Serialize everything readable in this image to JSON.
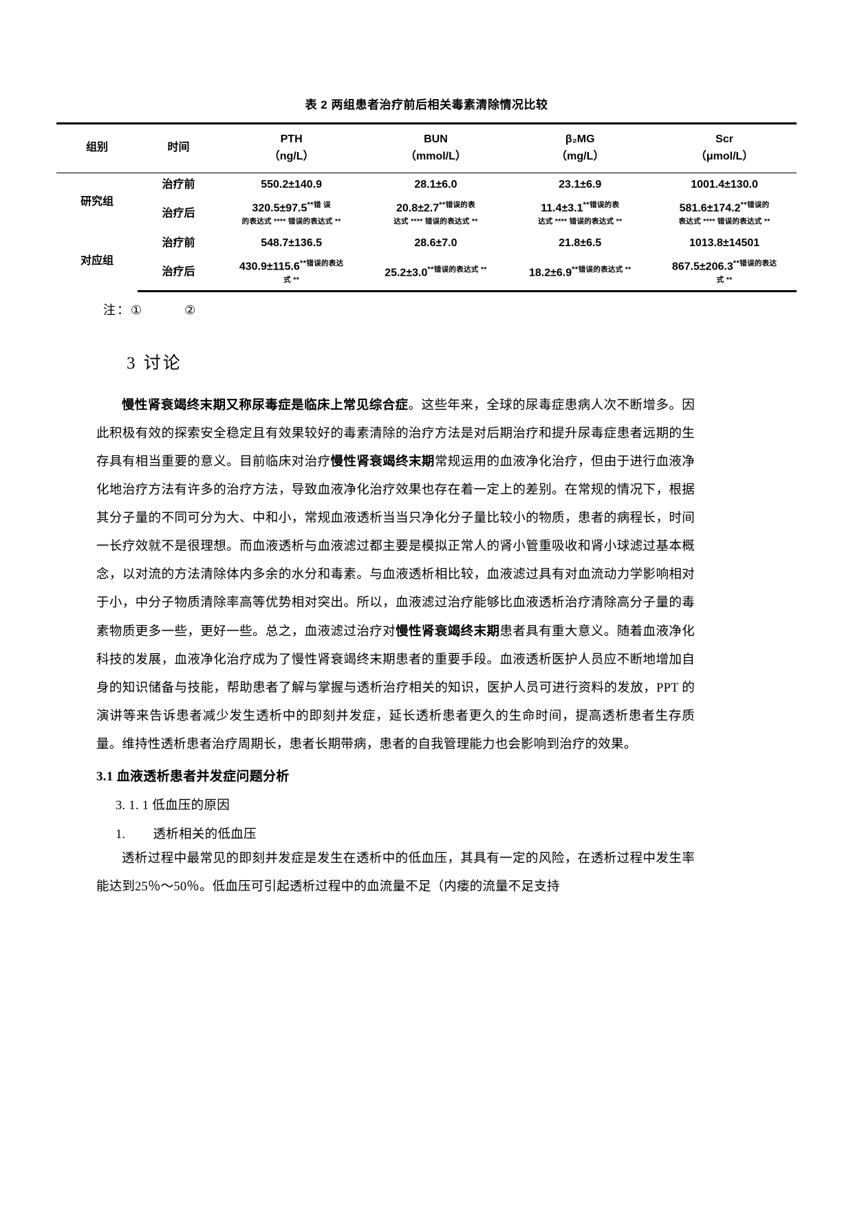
{
  "table": {
    "caption": "表 2  两组患者治疗前后相关毒素清除情况比较",
    "headers": [
      {
        "line1": "组别",
        "line2": ""
      },
      {
        "line1": "时间",
        "line2": ""
      },
      {
        "line1": "PTH",
        "line2": "（ng/L）"
      },
      {
        "line1": "BUN",
        "line2": "（mmol/L）"
      },
      {
        "line1": "β₂MG",
        "line2": "（mg/L）"
      },
      {
        "line1": "Scr",
        "line2": "（μmol/L）"
      }
    ],
    "rows": [
      {
        "group": "研究组",
        "group_rowspan": 2,
        "time": "治疗前",
        "values": [
          {
            "main": "550.2±140.9",
            "stars": "",
            "note": "",
            "note2": ""
          },
          {
            "main": "28.1±6.0",
            "stars": "",
            "note": "",
            "note2": ""
          },
          {
            "main": "23.1±6.9",
            "stars": "",
            "note": "",
            "note2": ""
          },
          {
            "main": "1001.4±130.0",
            "stars": "",
            "note": "",
            "note2": ""
          }
        ]
      },
      {
        "group": "",
        "time": "治疗后",
        "values": [
          {
            "main": "320.5±97.5",
            "stars": "**",
            "note": "错 误",
            "note2": "的表达式 **** 错误的表达式 **"
          },
          {
            "main": "20.8±2.7",
            "stars": "**",
            "note": "错误的表",
            "note2": "达式 **** 错误的表达式 **"
          },
          {
            "main": "11.4±3.1",
            "stars": "**",
            "note": "错误的表",
            "note2": "达式 **** 错误的表达式 **"
          },
          {
            "main": "581.6±174.2",
            "stars": "**",
            "note": "错误的",
            "note2": "表达式 **** 错误的表达式 **"
          }
        ]
      },
      {
        "group": "对应组",
        "group_rowspan": 2,
        "time": "治疗前",
        "values": [
          {
            "main": "548.7±136.5",
            "stars": "",
            "note": "",
            "note2": ""
          },
          {
            "main": "28.6±7.0",
            "stars": "",
            "note": "",
            "note2": ""
          },
          {
            "main": "21.8±6.5",
            "stars": "",
            "note": "",
            "note2": ""
          },
          {
            "main": "1013.8±14501",
            "stars": "",
            "note": "",
            "note2": ""
          }
        ]
      },
      {
        "group": "",
        "time": "治疗后",
        "values": [
          {
            "main": "430.9±115.6",
            "stars": "**",
            "note": "错误的表达",
            "note2": "式 **"
          },
          {
            "main": "25.2±3.0",
            "stars": "**",
            "note": "错误的表达式 **",
            "note2": ""
          },
          {
            "main": "18.2±6.9",
            "stars": "**",
            "note": "错误的表达式 **",
            "note2": ""
          },
          {
            "main": "867.5±206.3",
            "stars": "**",
            "note": "错误的表达",
            "note2": "式 **"
          }
        ]
      }
    ],
    "note_label": "注：",
    "note_marks": "①　②"
  },
  "body": {
    "section_title": "3  讨论",
    "paragraph_1_bold": "慢性肾衰竭终末期又称尿毒症是临床上常见综合症",
    "paragraph_1_rest": "。这些年来，全球的尿毒症患病人次不断增多。因此积极有效的探索安全稳定且有效果较好的毒素清除的治疗方法是对后期治疗和提升尿毒症患者远期的生存具有相当重要的意义。目前临床对治疗",
    "paragraph_1_bold2": "慢性肾衰竭终末期",
    "paragraph_1_rest2": "常规运用的血液净化治疗，但由于进行血液净化地治疗方法有许多的治疗方法，导致血液净化治疗效果也存在着一定上的差别。在常规的情况下，根据其分子量的不同可分为大、中和小，常规血液透析当当只净化分子量比较小的物质，患者的病程长，时间一长疗效就不是很理想。而血液透析与血液滤过都主要是模拟正常人的肾小管重吸收和肾小球滤过基本概念，以对流的方法清除体内多余的水分和毒素。与血液透析相比较，血液滤过具有对血流动力学影响相对于小，中分子物质清除率高等优势相对突出。所以，血液滤过治疗能够比血液透析治疗清除高分子量的毒素物质更多一些，更好一些。总之，血液滤过治疗对",
    "paragraph_1_bold3": "慢性肾衰竭终末期",
    "paragraph_1_rest3": "患者具有重大意义。随着血液净化科技的发展，血液净化治疗成为了慢性肾衰竭终末期患者的重要手段。血液透析医护人员应不断地增加自身的知识储备与技能，帮助患者了解与掌握与透析治疗相关的知识，医护人员可进行资料的发放，PPT 的演讲等来告诉患者减少发生透析中的即刻并发症，延长透析患者更久的生命时间，提高透析患者生存质量。维持性透析患者治疗周期长，患者长期带病，患者的自我管理能力也会影响到治疗的效果。",
    "heading_31_num": "3.1 ",
    "heading_31_bold": "血液透析",
    "heading_31_rest": "患者并发症问题分析",
    "heading_311": "3. 1. 1 低血压的原因",
    "list_item_num": "1.",
    "list_item_text": "透析相关的低血压",
    "paragraph_2": "透析过程中最常见的即刻并发症是发生在透析中的低血压，其具有一定的风险，在透析过程中发生率能达到25％～50％。低血压可引起透析过程中的血流量不足（内瘘的流量不足支持"
  }
}
